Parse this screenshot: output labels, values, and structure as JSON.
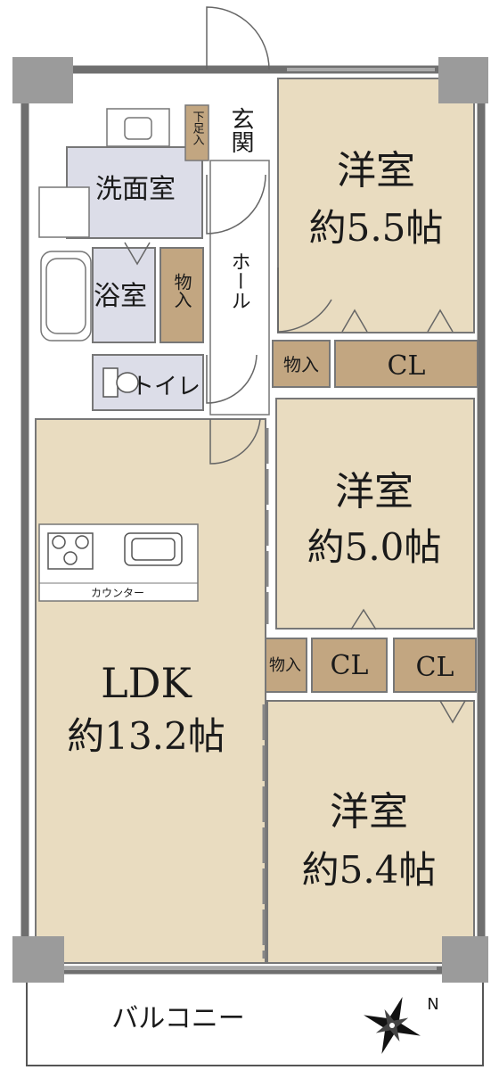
{
  "rooms": {
    "entrance": "玄関",
    "shoe_storage": "下足入",
    "washroom": "洗面室",
    "bathroom": "浴室",
    "storage_bath": "物入",
    "hall": "ホール",
    "toilet": "トイレ",
    "western_1": {
      "name": "洋室",
      "size": "約5.5帖"
    },
    "western_2": {
      "name": "洋室",
      "size": "約5.0帖"
    },
    "western_3": {
      "name": "洋室",
      "size": "約5.4帖"
    },
    "ldk": {
      "name": "LDK",
      "size": "約13.2帖"
    },
    "closet": "CL",
    "storage": "物入",
    "counter": "カウンター",
    "balcony": "バルコニー"
  },
  "compass": {
    "north_label": "N"
  },
  "colors": {
    "room_floor": "#e9dcc0",
    "wet_area": "#dcdde8",
    "storage": "#c2a681",
    "wall": "#6f6f6f",
    "column": "#9b9b9b"
  }
}
